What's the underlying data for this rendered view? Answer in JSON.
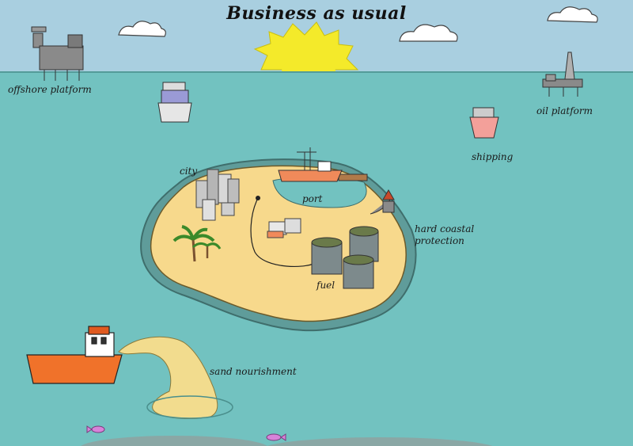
{
  "title": "Business as usual",
  "labels": {
    "offshore_platform": "offshore platform",
    "oil_platform": "oil platform",
    "shipping": "shipping",
    "city": "city",
    "port": "port",
    "hard_coastal_protection_line1": "hard coastal",
    "hard_coastal_protection_line2": "protection",
    "fuel": "fuel",
    "sand_nourishment": "sand nourishment"
  },
  "colors": {
    "sky": "#a9cfe0",
    "sea": "#72c2c0",
    "sand": "#f7d98c",
    "sun": "#f4ea2a",
    "ship_hull": "#f0722a",
    "tank": "#7d8a8c"
  },
  "icons": [
    "sun-icon",
    "cloud-icon",
    "offshore-platform-icon",
    "oil-platform-icon",
    "ship-icon",
    "city-icon",
    "palm-tree-icon",
    "fuel-tank-icon",
    "dredger-ship-icon",
    "fish-icon"
  ]
}
